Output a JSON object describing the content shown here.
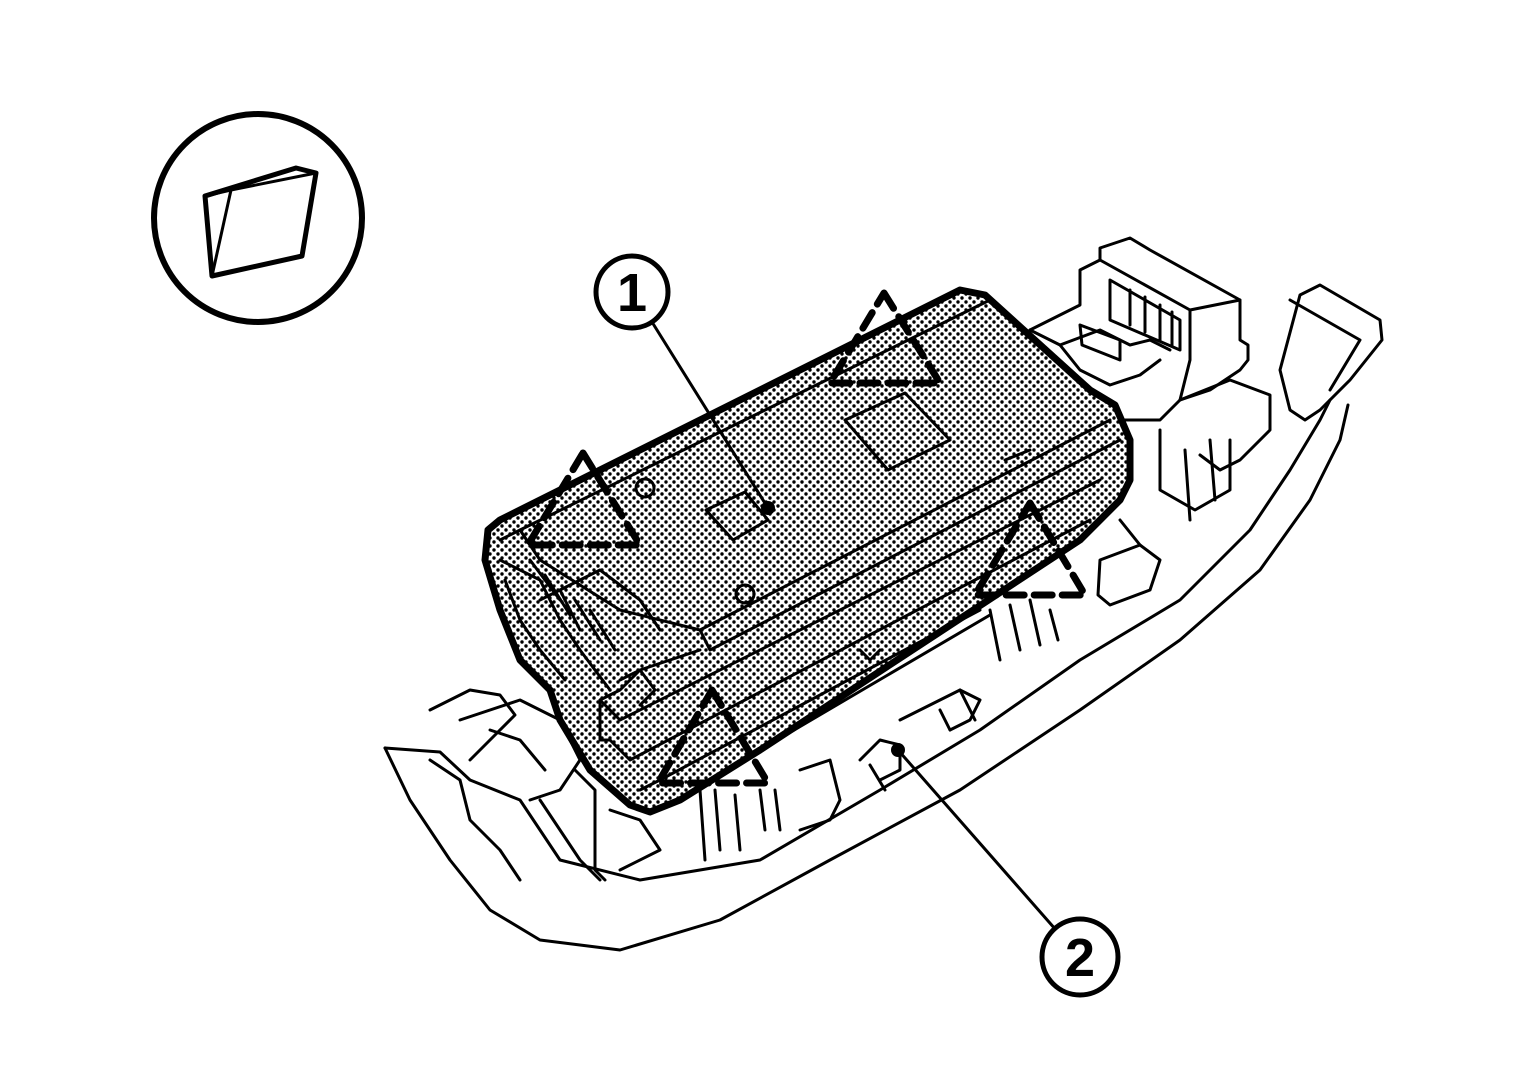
{
  "callouts": [
    {
      "id": "1",
      "label": "1"
    },
    {
      "id": "2",
      "label": "2"
    }
  ],
  "symbol": {
    "icon": "tilted-panel-removal-symbol"
  },
  "colors": {
    "line": "#000000",
    "background": "#ffffff",
    "shading": "#9a9a9a"
  }
}
